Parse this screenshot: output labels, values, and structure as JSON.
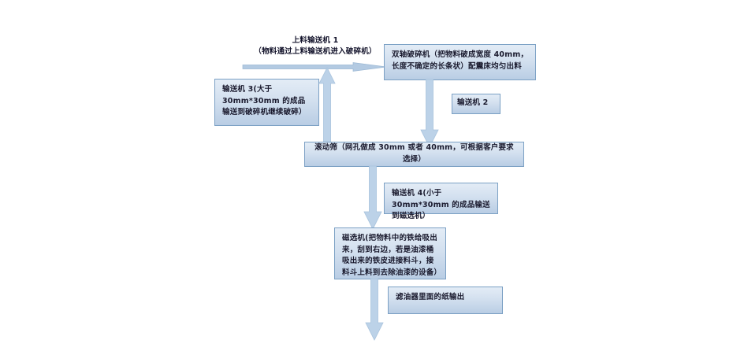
{
  "diagram": {
    "title_label": {
      "line1": "上料输送机 1",
      "line2": "（物料通过上料输送机进入破碎机）"
    },
    "nodes": {
      "crusher": "双轴破碎机（把物料破成宽度 40mm，长度不确定的长条状）配震床均匀出料",
      "conveyor3": "输送机 3(大于 30mm*30mm 的成品输送到破碎机继续破碎）",
      "conveyor2": "输送机 2",
      "screen": "滚动筛（网孔做成 30mm 或者 40mm，可根据客户要求选择）",
      "conveyor4": "输送机 4(小于 30mm*30mm 的成品输送到磁选机）",
      "magnetic": "磁选机(把物料中的铁给吸出来，刮到右边，若是油漆桶吸出来的铁皮进接料斗，接料斗上料到去除油漆的设备）",
      "paper_output": "滤油器里面的纸输出"
    },
    "colors": {
      "box_fill_top": "#e3ecf6",
      "box_fill_bottom": "#b9cde4",
      "box_border": "#7ba0c4",
      "arrow_fill": "#bcd2e8",
      "arrow_border": "#a8c3dd",
      "text": "#1a1a2e",
      "background": "#ffffff"
    }
  }
}
